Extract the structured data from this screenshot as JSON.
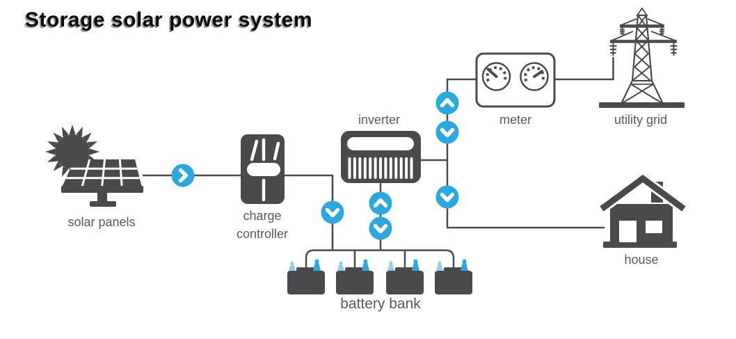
{
  "title": "Storage solar power system",
  "nodes": {
    "solar_panels": {
      "label": "solar panels"
    },
    "charge_controller": {
      "label": "charge controller"
    },
    "inverter": {
      "label": "inverter"
    },
    "battery_bank": {
      "label": "battery bank",
      "battery_count": 4
    },
    "meter": {
      "label": "meter",
      "gauge_count": 2
    },
    "utility_grid": {
      "label": "utility grid"
    },
    "house": {
      "label": "house"
    }
  },
  "flows": [
    {
      "from": "solar panels",
      "to": "charge controller",
      "direction": "right"
    },
    {
      "from": "charge controller",
      "to": "battery bank",
      "direction": "down"
    },
    {
      "from": "inverter",
      "to": "battery bank",
      "direction": "up-down"
    },
    {
      "from": "inverter",
      "to": "meter",
      "direction": "up-down"
    },
    {
      "from": "meter",
      "to": "utility grid",
      "direction": "none"
    },
    {
      "from": "inverter",
      "to": "house",
      "direction": "down"
    }
  ],
  "colors": {
    "icon_dark": "#4A4A4C",
    "arrow_blue": "#29A9E0",
    "terminal_light_blue": "#8FD0EF",
    "label_gray": "#58595B",
    "background": "#FFFFFF"
  }
}
